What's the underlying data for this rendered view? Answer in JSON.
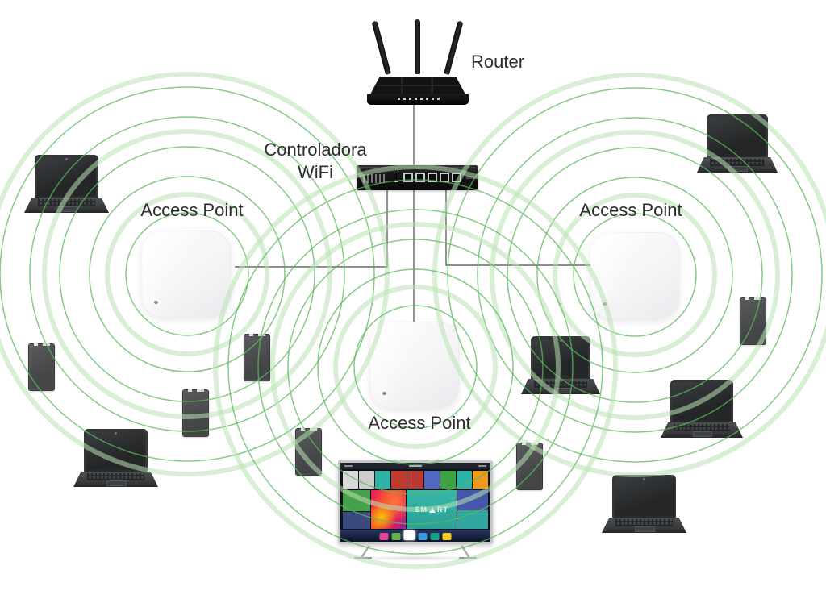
{
  "diagram": {
    "router": {
      "label": "Router"
    },
    "controller": {
      "label_line1": "Controladora",
      "label_line2": "WiFi"
    },
    "access_points": {
      "left": {
        "label": "Access Point"
      },
      "right": {
        "label": "Access Point"
      },
      "center": {
        "label": "Access Point"
      }
    },
    "colors": {
      "ring_thin": "#5cb85c",
      "ring_thick": "#b9e2b2",
      "cable": "#4a4a4a",
      "background": "#ffffff",
      "label_text": "#2d2d2d"
    }
  },
  "tv": {
    "logo_prefix": "SM",
    "logo_suffix": "RT"
  }
}
